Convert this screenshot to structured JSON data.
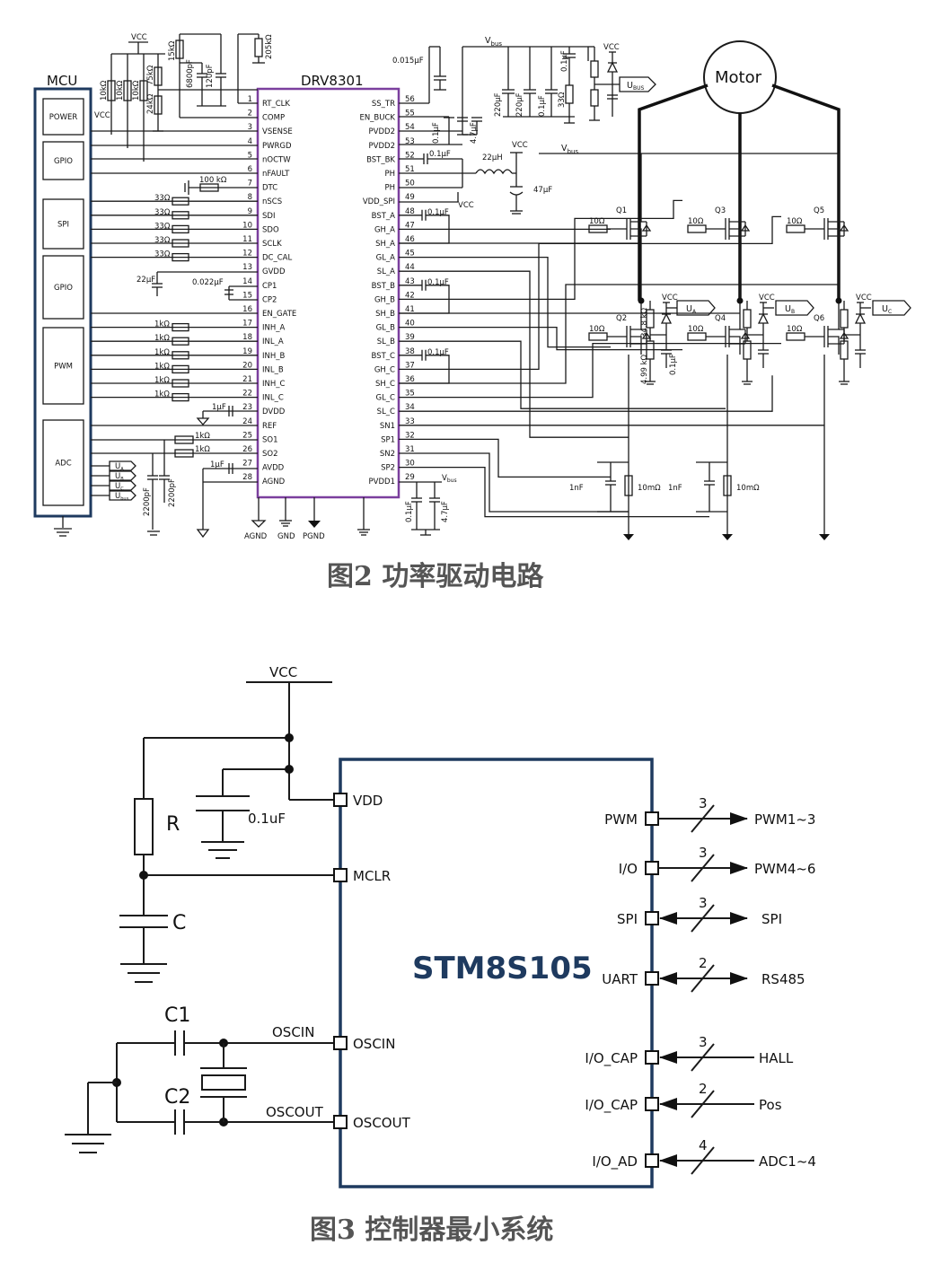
{
  "figure2": {
    "caption": "图2   功率驱动电路",
    "mcu": {
      "title": "MCU",
      "blocks": [
        "POWER",
        "GPIO",
        "SPI",
        "GPIO",
        "PWM",
        "ADC"
      ],
      "vcc": "VCC"
    },
    "drv": {
      "title": "DRV8301",
      "left_pins": [
        {
          "n": "1",
          "name": "RT_CLK"
        },
        {
          "n": "2",
          "name": "COMP"
        },
        {
          "n": "3",
          "name": "VSENSE"
        },
        {
          "n": "4",
          "name": "PWRGD"
        },
        {
          "n": "5",
          "name": "nOCTW"
        },
        {
          "n": "6",
          "name": "nFAULT"
        },
        {
          "n": "7",
          "name": "DTC"
        },
        {
          "n": "8",
          "name": "nSCS"
        },
        {
          "n": "9",
          "name": "SDI"
        },
        {
          "n": "10",
          "name": "SDO"
        },
        {
          "n": "11",
          "name": "SCLK"
        },
        {
          "n": "12",
          "name": "DC_CAL"
        },
        {
          "n": "13",
          "name": "GVDD"
        },
        {
          "n": "14",
          "name": "CP1"
        },
        {
          "n": "15",
          "name": "CP2"
        },
        {
          "n": "16",
          "name": "EN_GATE"
        },
        {
          "n": "17",
          "name": "INH_A"
        },
        {
          "n": "18",
          "name": "INL_A"
        },
        {
          "n": "19",
          "name": "INH_B"
        },
        {
          "n": "20",
          "name": "INL_B"
        },
        {
          "n": "21",
          "name": "INH_C"
        },
        {
          "n": "22",
          "name": "INL_C"
        },
        {
          "n": "23",
          "name": "DVDD"
        },
        {
          "n": "24",
          "name": "REF"
        },
        {
          "n": "25",
          "name": "SO1"
        },
        {
          "n": "26",
          "name": "SO2"
        },
        {
          "n": "27",
          "name": "AVDD"
        },
        {
          "n": "28",
          "name": "AGND"
        }
      ],
      "right_pins": [
        {
          "n": "56",
          "name": "SS_TR"
        },
        {
          "n": "55",
          "name": "EN_BUCK"
        },
        {
          "n": "54",
          "name": "PVDD2"
        },
        {
          "n": "53",
          "name": "PVDD2"
        },
        {
          "n": "52",
          "name": "BST_BK"
        },
        {
          "n": "51",
          "name": "PH"
        },
        {
          "n": "50",
          "name": "PH"
        },
        {
          "n": "49",
          "name": "VDD_SPI"
        },
        {
          "n": "48",
          "name": "BST_A"
        },
        {
          "n": "47",
          "name": "GH_A"
        },
        {
          "n": "46",
          "name": "SH_A"
        },
        {
          "n": "45",
          "name": "GL_A"
        },
        {
          "n": "44",
          "name": "SL_A"
        },
        {
          "n": "43",
          "name": "BST_B"
        },
        {
          "n": "42",
          "name": "GH_B"
        },
        {
          "n": "41",
          "name": "SH_B"
        },
        {
          "n": "40",
          "name": "GL_B"
        },
        {
          "n": "39",
          "name": "SL_B"
        },
        {
          "n": "38",
          "name": "BST_C"
        },
        {
          "n": "37",
          "name": "GH_C"
        },
        {
          "n": "36",
          "name": "SH_C"
        },
        {
          "n": "35",
          "name": "GL_C"
        },
        {
          "n": "34",
          "name": "SL_C"
        },
        {
          "n": "33",
          "name": "SN1"
        },
        {
          "n": "32",
          "name": "SP1"
        },
        {
          "n": "31",
          "name": "SN2"
        },
        {
          "n": "30",
          "name": "SP2"
        },
        {
          "n": "29",
          "name": "PVDD1"
        }
      ]
    },
    "labels": {
      "vcc": "VCC",
      "vbus": "V",
      "vbus_sub": "bus",
      "motor": "Motor",
      "ubus": "U",
      "ubus_sub": "BUS",
      "ua": "U",
      "ua_sub": "A",
      "ub": "U",
      "ub_sub": "B",
      "uc": "U",
      "uc_sub": "C",
      "agnd": "AGND",
      "gnd": "GND",
      "pgnd": "PGND",
      "adc_u": [
        "U",
        "U",
        "U",
        "U"
      ],
      "adc_u_sub": [
        "A",
        "B",
        "C",
        "bus"
      ]
    },
    "components": {
      "r10k_1": "10kΩ",
      "r10k_2": "10kΩ",
      "r10k_3": "10kΩ",
      "r75k": "75kΩ",
      "r24k": "24kΩ",
      "r15k": "15kΩ",
      "c6800p": "6800pF",
      "c120p": "120pF",
      "r205k": "205kΩ",
      "r100k": "100 kΩ",
      "r33": "33Ω",
      "c22u": "22μF",
      "c0022u": "0.022μF",
      "r1k": "1kΩ",
      "c1u": "1μF",
      "c2200p": "2200pF",
      "c0015u": "0.015μF",
      "c01u": "0.1μF",
      "c47u": "4.7μF",
      "c220u": "220μF",
      "r33ohm": "33Ω",
      "l22u": "22μH",
      "c47uf": "47μF",
      "r10": "10Ω",
      "r348k": "34.8 kΩ",
      "r499k": "4.99 kΩ",
      "c1n": "1nF",
      "r10m": "10mΩ",
      "q": [
        "Q1",
        "Q2",
        "Q3",
        "Q4",
        "Q5",
        "Q6"
      ]
    }
  },
  "figure3": {
    "caption": "图3   控制器最小系统",
    "chip": "STM8S105",
    "vcc": "VCC",
    "r": "R",
    "c": "C",
    "c1": "C1",
    "c2": "C2",
    "cap": "0.1uF",
    "osc_in_net": "OSCIN",
    "osc_out_net": "OSCOUT",
    "left_pins": [
      "VDD",
      "MCLR",
      "OSCIN",
      "OSCOUT"
    ],
    "right_pins": [
      {
        "pin": "PWM",
        "count": "3",
        "signal": "PWM1~3"
      },
      {
        "pin": "I/O",
        "count": "3",
        "signal": "PWM4~6"
      },
      {
        "pin": "SPI",
        "count": "3",
        "signal": "SPI"
      },
      {
        "pin": "UART",
        "count": "2",
        "signal": "RS485"
      },
      {
        "pin": "I/O_CAP",
        "count": "3",
        "signal": "HALL"
      },
      {
        "pin": "I/O_CAP",
        "count": "2",
        "signal": "Pos"
      },
      {
        "pin": "I/O_AD",
        "count": "4",
        "signal": "ADC1~4"
      }
    ]
  }
}
